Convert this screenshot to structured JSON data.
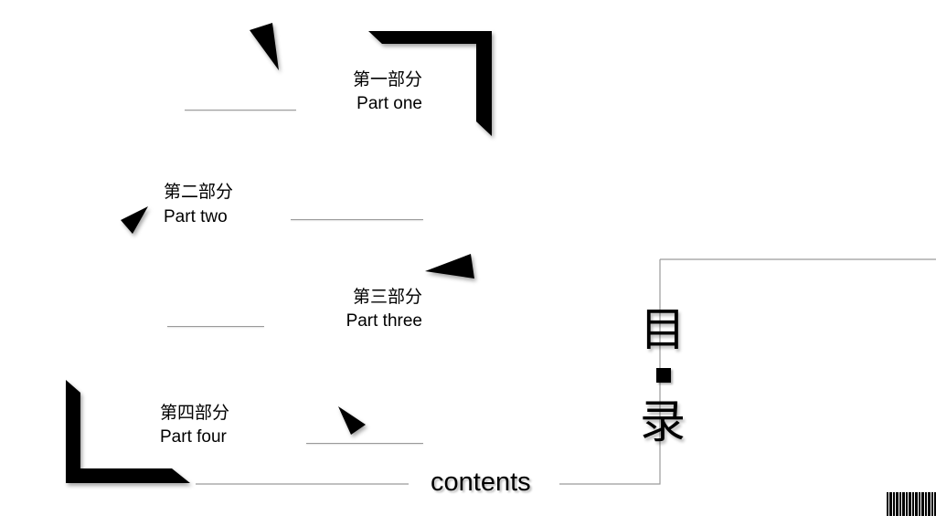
{
  "sections": [
    {
      "title_cn": "第一部分",
      "title_en": "Part one"
    },
    {
      "title_cn": "第二部分",
      "title_en": "Part two"
    },
    {
      "title_cn": "第三部分",
      "title_en": "Part three"
    },
    {
      "title_cn": "第四部分",
      "title_en": "Part four"
    }
  ],
  "title": {
    "char_top": "目",
    "char_bottom": "录",
    "subtitle": "contents"
  },
  "colors": {
    "ink": "#000000",
    "rule": "#9a9a9a",
    "background": "#ffffff"
  },
  "icons": [
    "triangle-arrow",
    "corner-bracket",
    "square-separator",
    "barcode-strip"
  ]
}
